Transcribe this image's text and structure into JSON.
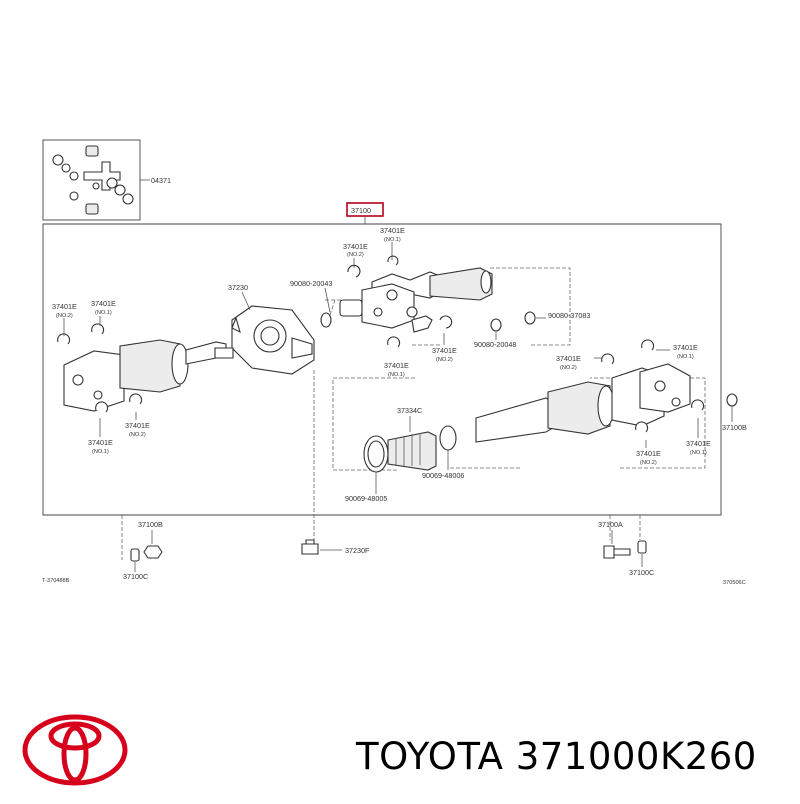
{
  "brand": {
    "name": "TOYOTA",
    "part_number": "371000K260",
    "logo_color": "#d6001c"
  },
  "diagram": {
    "highlight_color": "#b3001b",
    "highlighted_part": "37100",
    "codes": {
      "left": "T-370488B",
      "right": "370506C"
    },
    "callouts": {
      "c04371": "04371",
      "c37100": "37100",
      "c37401E_no1_top": "37401E",
      "c37401E_no1_top_sub": "(NO.1)",
      "c37401E_no2_top": "37401E",
      "c37401E_no2_top_sub": "(NO.2)",
      "c90080_20043": "90080-20043",
      "c37230": "37230",
      "c37401E_left_no2": "37401E",
      "c37401E_left_no2_sub": "(NO.2)",
      "c37401E_left_no1": "37401E",
      "c37401E_left_no1_sub": "(NO.1)",
      "c37401E_mid_no2": "37401E",
      "c37401E_mid_no2_sub": "(NO.2)",
      "c90080_20048": "90080-20048",
      "c90080_37083": "90080-37083",
      "c37401E_center_no1": "37401E",
      "c37401E_center_no1_sub": "(NO.1)",
      "c37401E_low_left_no1": "37401E",
      "c37401E_low_left_no1_sub": "(NO.1)",
      "c37401E_low_mid_no2": "37401E",
      "c37401E_low_mid_no2_sub": "(NO.2)",
      "c37401E_right_no2": "37401E",
      "c37401E_right_no2_sub": "(NO.2)",
      "c37401E_right_no1": "37401E",
      "c37401E_right_no1_sub": "(NO.1)",
      "c37401E_right2_no1": "37401E",
      "c37401E_right2_no1_sub": "(NO.1)",
      "c37401E_right3_no2": "37401E",
      "c37401E_right3_no2_sub": "(NO.2)",
      "c37100B_right": "37100B",
      "c37334C": "37334C",
      "c90069_48006": "90069-48006",
      "c90069_48005": "90069-48005",
      "c37100B_left": "37100B",
      "c37100C_left": "37100C",
      "c37230F": "37230F",
      "c37100A": "37100A",
      "c37100C_right": "37100C"
    }
  }
}
